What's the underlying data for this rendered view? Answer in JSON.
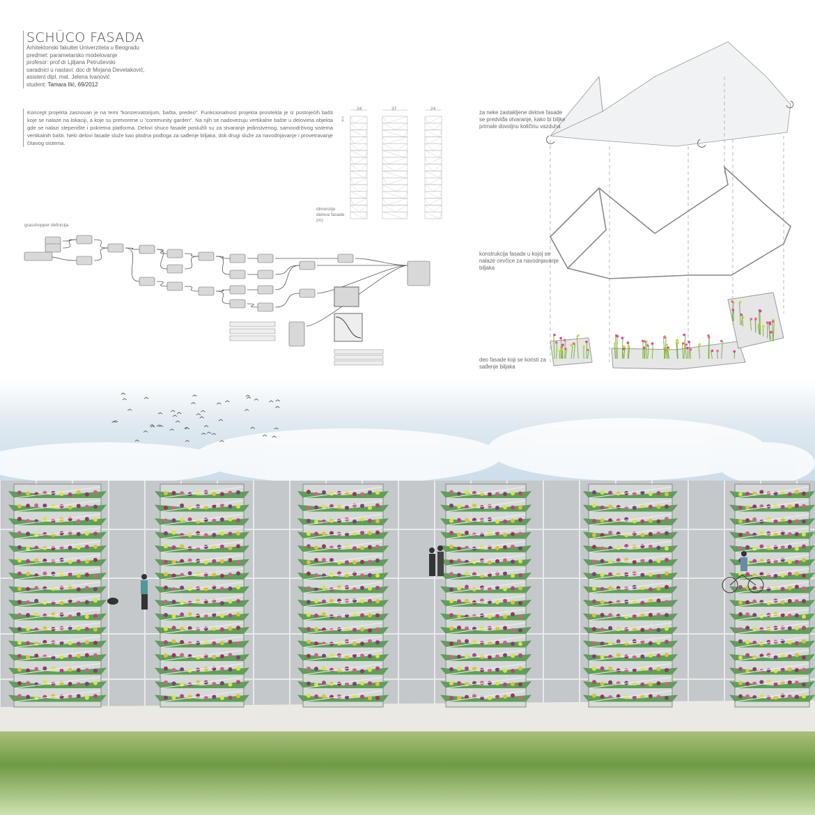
{
  "header": {
    "title": "SCHÜCO FASADA",
    "faculty": "Arhitektonski fakultet Univerziteta u Beogradu",
    "subject": "predmet: parametarsko modelovanje",
    "professor": "profesor: prof dr Ljiljana Petruševski",
    "assistants": "saradnici u nastavi: doc dr Mirjana Devetaković,",
    "assistant2": "asistent dipl. mat. Jelena Ivanović",
    "student_label": "student:",
    "student": "Tamara Ilić, 69/2012"
  },
  "concept": "Koncept projekta zasnovan je na temi \"konzervatorijum, bašta, predeo\". Funkcionalnost projekta prositekla je iz postojećih bašti koje se nalaze na lokaciji, a koje su pretvorene u \"community garden\". Na njih se nadovezuju vertikalne bašte u delovima objekta gde se nalazi stepenište i pokretna platforma. Delovi shuco fasade poslužili su za stvaranje jedinstvenog, samoodrživog sistema vertikalnih bašti. Neki delovi fasade služe kao plodna podloga za sađenje biljaka, dok drugi služe za navodnjavanje i provetravanje čitavog sistema.",
  "dimensions": {
    "widths": [
      "24",
      "37",
      "24"
    ],
    "height_label": "h=1",
    "caption": "dimenzije delova fasade (m)"
  },
  "grasshopper_label": "grasshopper definicija",
  "notes": {
    "top": "za neke zastakljene delove fasade se predviđa otvaranje, kako bi biljke primale dovoljnu količinu vazduha",
    "middle": "konstrukcija fasade u kojoj se nalaze cevčice za navodnjavanje biljaka",
    "bottom": "deo fasade koji se koristi za sađenje biljaka"
  },
  "colors": {
    "sky": "#c9dbe8",
    "glass": "#c4c8ca",
    "plant_green": "#3f8a3a",
    "flower_pink": "#c0407a",
    "grass": "#6f9a45"
  }
}
